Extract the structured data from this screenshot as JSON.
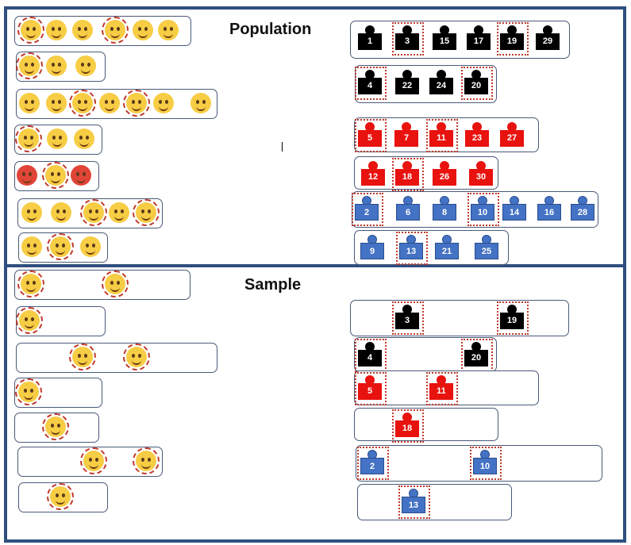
{
  "headings": {
    "population": "Population",
    "sample": "Sample"
  },
  "population_people": [
    {
      "row": 0,
      "items": [
        {
          "n": "1",
          "c": "black",
          "sel": false
        },
        {
          "n": "3",
          "c": "black",
          "sel": true
        },
        {
          "n": "15",
          "c": "black",
          "sel": false
        },
        {
          "n": "17",
          "c": "black",
          "sel": false
        },
        {
          "n": "19",
          "c": "black",
          "sel": true
        },
        {
          "n": "29",
          "c": "black",
          "sel": false
        }
      ]
    },
    {
      "row": 1,
      "items": [
        {
          "n": "4",
          "c": "black",
          "sel": true
        },
        {
          "n": "22",
          "c": "black",
          "sel": false
        },
        {
          "n": "24",
          "c": "black",
          "sel": false
        },
        {
          "n": "20",
          "c": "black",
          "sel": true
        }
      ]
    },
    {
      "row": 2,
      "items": [
        {
          "n": "5",
          "c": "red",
          "sel": true
        },
        {
          "n": "7",
          "c": "red",
          "sel": false
        },
        {
          "n": "11",
          "c": "red",
          "sel": true
        },
        {
          "n": "23",
          "c": "red",
          "sel": false
        },
        {
          "n": "27",
          "c": "red",
          "sel": false
        }
      ]
    },
    {
      "row": 3,
      "items": [
        {
          "n": "12",
          "c": "red",
          "sel": false
        },
        {
          "n": "18",
          "c": "red",
          "sel": true
        },
        {
          "n": "26",
          "c": "red",
          "sel": false
        },
        {
          "n": "30",
          "c": "red",
          "sel": false
        }
      ]
    },
    {
      "row": 4,
      "items": [
        {
          "n": "2",
          "c": "blue",
          "sel": true
        },
        {
          "n": "6",
          "c": "blue",
          "sel": false
        },
        {
          "n": "8",
          "c": "blue",
          "sel": false
        },
        {
          "n": "10",
          "c": "blue",
          "sel": true
        },
        {
          "n": "14",
          "c": "blue",
          "sel": false
        },
        {
          "n": "16",
          "c": "blue",
          "sel": false
        },
        {
          "n": "28",
          "c": "blue",
          "sel": false
        }
      ]
    },
    {
      "row": 5,
      "items": [
        {
          "n": "9",
          "c": "blue",
          "sel": false
        },
        {
          "n": "13",
          "c": "blue",
          "sel": true
        },
        {
          "n": "21",
          "c": "blue",
          "sel": false
        },
        {
          "n": "25",
          "c": "blue",
          "sel": false
        }
      ]
    }
  ],
  "sample_people": [
    {
      "row": 0,
      "items": [
        {
          "n": "3",
          "c": "black"
        },
        {
          "n": "19",
          "c": "black"
        }
      ]
    },
    {
      "row": 1,
      "items": [
        {
          "n": "4",
          "c": "black"
        },
        {
          "n": "20",
          "c": "black"
        }
      ]
    },
    {
      "row": 2,
      "items": [
        {
          "n": "5",
          "c": "red"
        },
        {
          "n": "11",
          "c": "red"
        }
      ]
    },
    {
      "row": 3,
      "items": [
        {
          "n": "18",
          "c": "red"
        }
      ]
    },
    {
      "row": 4,
      "items": [
        {
          "n": "2",
          "c": "blue"
        },
        {
          "n": "10",
          "c": "blue"
        }
      ]
    },
    {
      "row": 5,
      "items": [
        {
          "n": "13",
          "c": "blue"
        }
      ]
    }
  ],
  "emoji_rows_population": [
    {
      "count": 6,
      "selected": [
        0,
        3
      ],
      "red": []
    },
    {
      "count": 3,
      "selected": [
        0
      ],
      "red": []
    },
    {
      "count": 7,
      "selected": [
        2,
        4
      ],
      "red": []
    },
    {
      "count": 3,
      "selected": [
        0
      ],
      "red": []
    },
    {
      "count": 3,
      "selected": [
        1
      ],
      "red": [
        0,
        2
      ]
    },
    {
      "count": 5,
      "selected": [
        2,
        4
      ],
      "red": []
    },
    {
      "count": 3,
      "selected": [
        1
      ],
      "red": []
    }
  ],
  "colors": {
    "frame": "#2f4f7f",
    "black": "#000000",
    "red": "#e8120e",
    "blue": "#4472c4",
    "selection": "#c0392b",
    "emoji": "#f7cd45"
  }
}
